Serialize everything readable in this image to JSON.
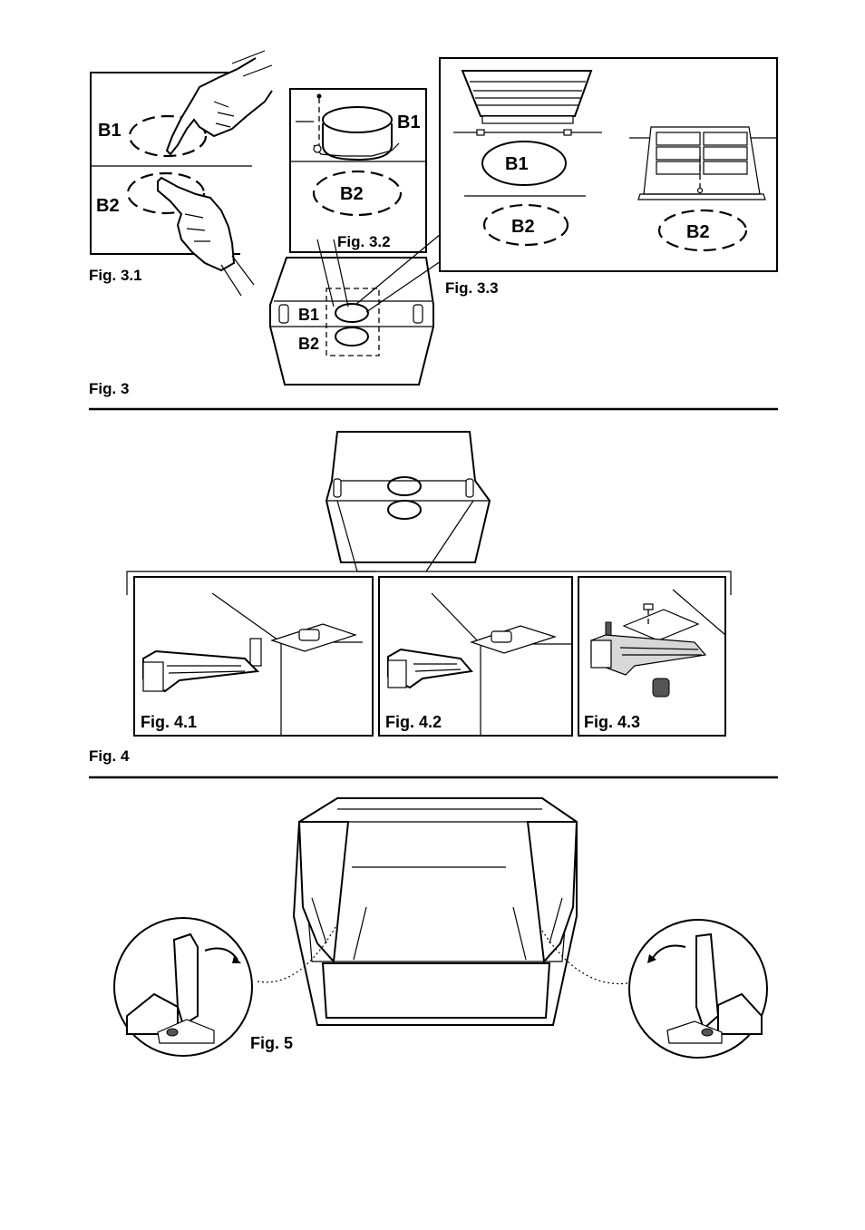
{
  "labels": {
    "fig3_1": "Fig. 3.1",
    "fig3_2": "Fig. 3.2",
    "fig3_3": "Fig. 3.3",
    "fig3": "Fig. 3",
    "fig4_1": "Fig. 4.1",
    "fig4_2": "Fig. 4.2",
    "fig4_3": "Fig. 4.3",
    "fig4": "Fig. 4",
    "fig5": "Fig. 5",
    "b1": "B1",
    "b2": "B2"
  }
}
